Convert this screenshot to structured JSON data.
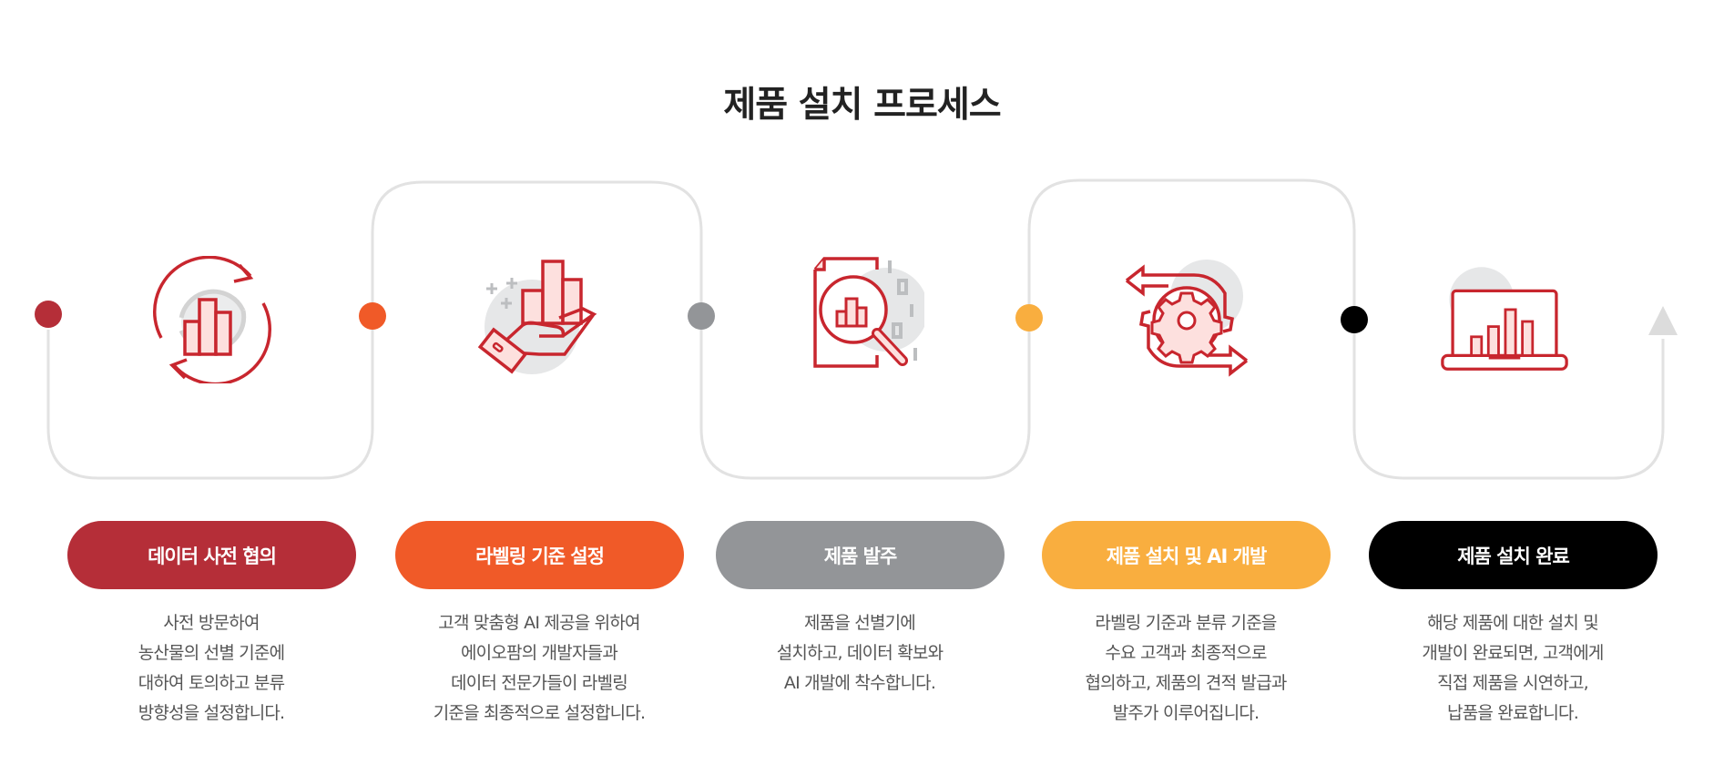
{
  "title": "제품 설치 프로세스",
  "colors": {
    "path_line": "#e2e2e2",
    "icon_stroke": "#c8262e",
    "icon_fill": "#fde0de",
    "icon_bg": "#e6e7e8",
    "end_arrow": "#dcdcdc",
    "desc_text": "#555555"
  },
  "steps": [
    {
      "label": "데이터 사전 협의",
      "color": "#b52e38",
      "icon": "data-sync-chart-icon",
      "description": [
        "사전 방문하여",
        "농산물의 선별 기준에",
        "대하여 토의하고 분류",
        "방향성을 설정합니다."
      ]
    },
    {
      "label": "라벨링 기준 설정",
      "color": "#f05a28",
      "icon": "hand-holding-chart-icon",
      "description": [
        "고객 맞춤형 AI 제공을 위하여",
        "에이오팜의 개발자들과",
        "데이터 전문가들이 라벨링",
        "기준을 최종적으로 설정합니다."
      ]
    },
    {
      "label": "제품 발주",
      "color": "#939598",
      "icon": "document-magnifier-icon",
      "description": [
        "제품을 선별기에",
        "설치하고, 데이터 확보와",
        "AI 개발에 착수합니다."
      ]
    },
    {
      "label": "제품 설치 및 AI 개발",
      "color": "#f9ae3f",
      "icon": "gear-cycle-icon",
      "description": [
        "라벨링 기준과 분류 기준을",
        "수요 고객과 최종적으로",
        "협의하고, 제품의 견적 발급과",
        "발주가 이루어집니다."
      ]
    },
    {
      "label": "제품 설치 완료",
      "color": "#000000",
      "icon": "laptop-chart-icon",
      "description": [
        "해당 제품에 대한 설치 및",
        "개발이 완료되면, 고객에게",
        "직접 제품을 시연하고,",
        "납품을 완료합니다."
      ]
    }
  ]
}
